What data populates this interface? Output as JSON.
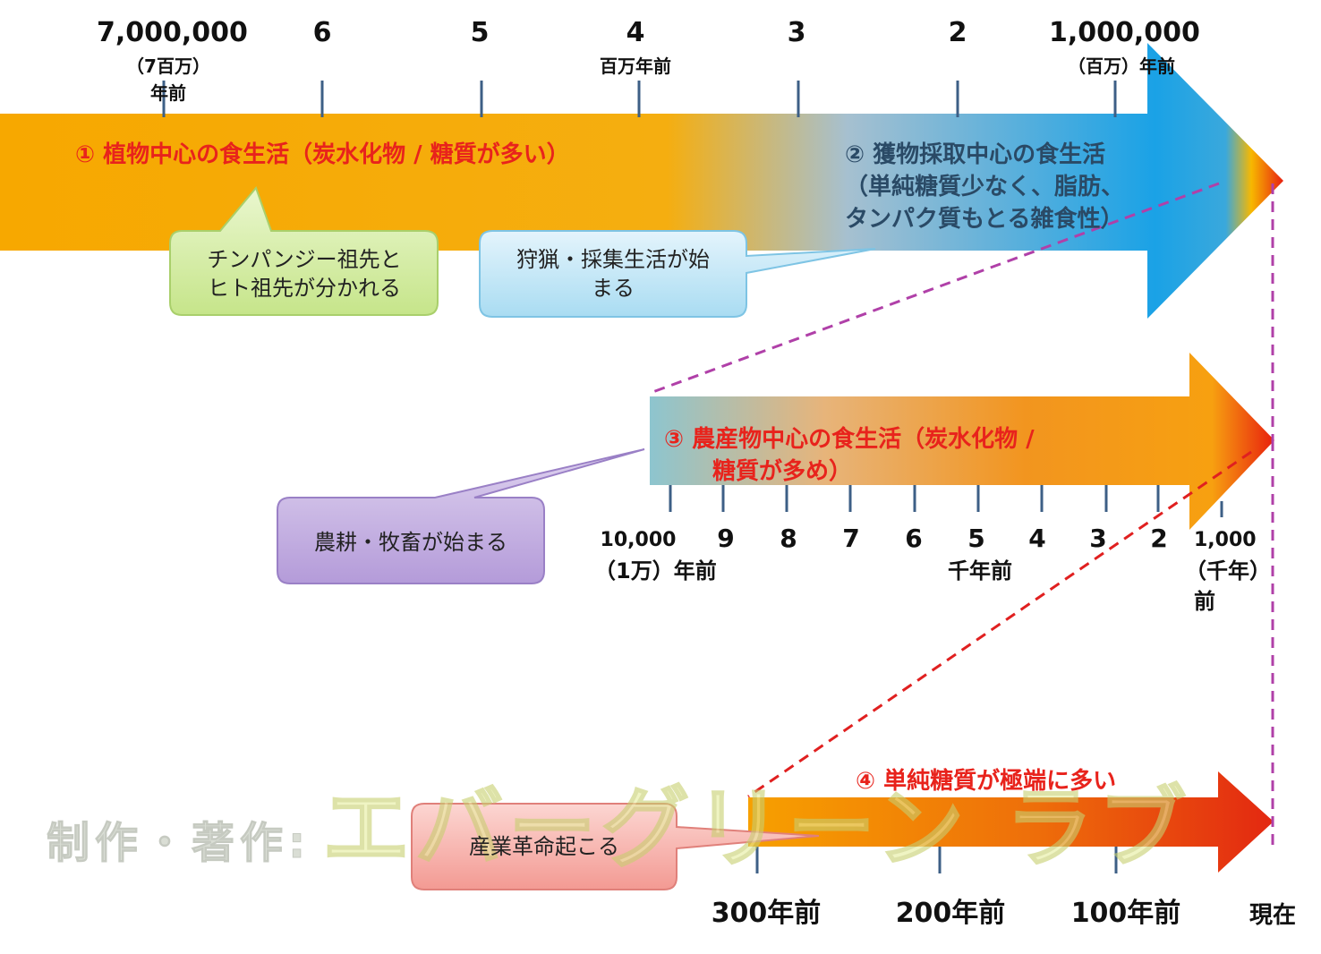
{
  "timeline1": {
    "ticks": {
      "t7m": "7,000,000",
      "t7m_sub1": "（7百万）",
      "t7m_sub2": "年前",
      "t6": "6",
      "t5": "5",
      "t4": "4",
      "t4_unit": "百万年前",
      "t3": "3",
      "t2": "2",
      "t1m": "1,000,000",
      "t1m_sub": "（百万）年前"
    },
    "stage1": "①  植物中心の食生活（炭水化物 / 糖質が多い）",
    "stage2_line1": "②  獲物採取中心の食生活",
    "stage2_line2": "（単純糖質少なく、脂肪、",
    "stage2_line3": "タンパク質もとる雑食性）",
    "callout_chimp_line1": "チンパンジー祖先と",
    "callout_chimp_line2": "ヒト祖先が分かれる",
    "callout_hunt_line1": "狩猟・採集生活が始",
    "callout_hunt_line2": "まる"
  },
  "timeline2": {
    "stage3_line1": "③  農産物中心の食生活（炭水化物 /",
    "stage3_line2": "糖質が多め）",
    "callout_agri": "農耕・牧畜が始まる",
    "ticks": {
      "t10k": "10,000",
      "t10k_sub": "（1万）年前",
      "t9": "9",
      "t8": "8",
      "t7": "7",
      "t6": "6",
      "t5": "5",
      "t4": "4",
      "t3": "3",
      "t2": "2",
      "unit": "千年前",
      "t1k": "1,000",
      "t1k_sub1": "（千年）",
      "t1k_sub2": "前"
    }
  },
  "timeline3": {
    "stage4": "④  単純糖質が極端に多い",
    "callout_industry": "産業革命起こる",
    "ticks": {
      "t300": "300年前",
      "t200": "200年前",
      "t100": "100年前",
      "now": "現在"
    }
  },
  "watermark": {
    "prefix": "制作・著作:",
    "brand": "エバーグリーン ラブ"
  },
  "colors": {
    "orange": "#f7a800",
    "blue": "#1aa2e6",
    "red_text": "#e8231c",
    "tick": "#3d5f86",
    "chimp_callout": "#d6eea8",
    "hunt_callout": "#c5e7f7",
    "agri_callout": "#c9b6e3",
    "industry_callout": "#f6b3ad"
  }
}
